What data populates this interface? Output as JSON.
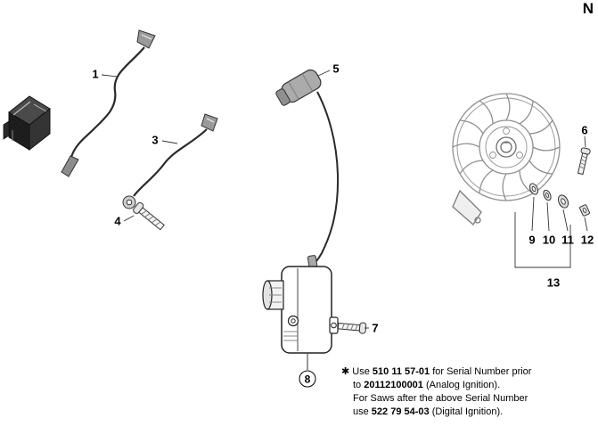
{
  "page": {
    "corner_letter": "N"
  },
  "colors": {
    "ink": "#222222",
    "flywheel_gray": "#8f8f8f"
  },
  "part_labels": {
    "p1": "1",
    "p3": "3",
    "p4": "4",
    "p5": "5",
    "p6": "6",
    "p7": "7",
    "p8": "8",
    "p9": "9",
    "p10": "10",
    "p11": "11",
    "p12": "12",
    "p13": "13"
  },
  "footnote": {
    "marker": "✱",
    "l1a": "Use ",
    "l1b": "510 11 57-01",
    "l1c": " for Serial Number prior",
    "l2a": "to ",
    "l2b": "20112100001",
    "l2c": " (Analog Ignition).",
    "l3": "For Saws after the above Serial Number",
    "l4a": "use ",
    "l4b": "522 79 54-03",
    "l4c": " (Digital Ignition)."
  }
}
